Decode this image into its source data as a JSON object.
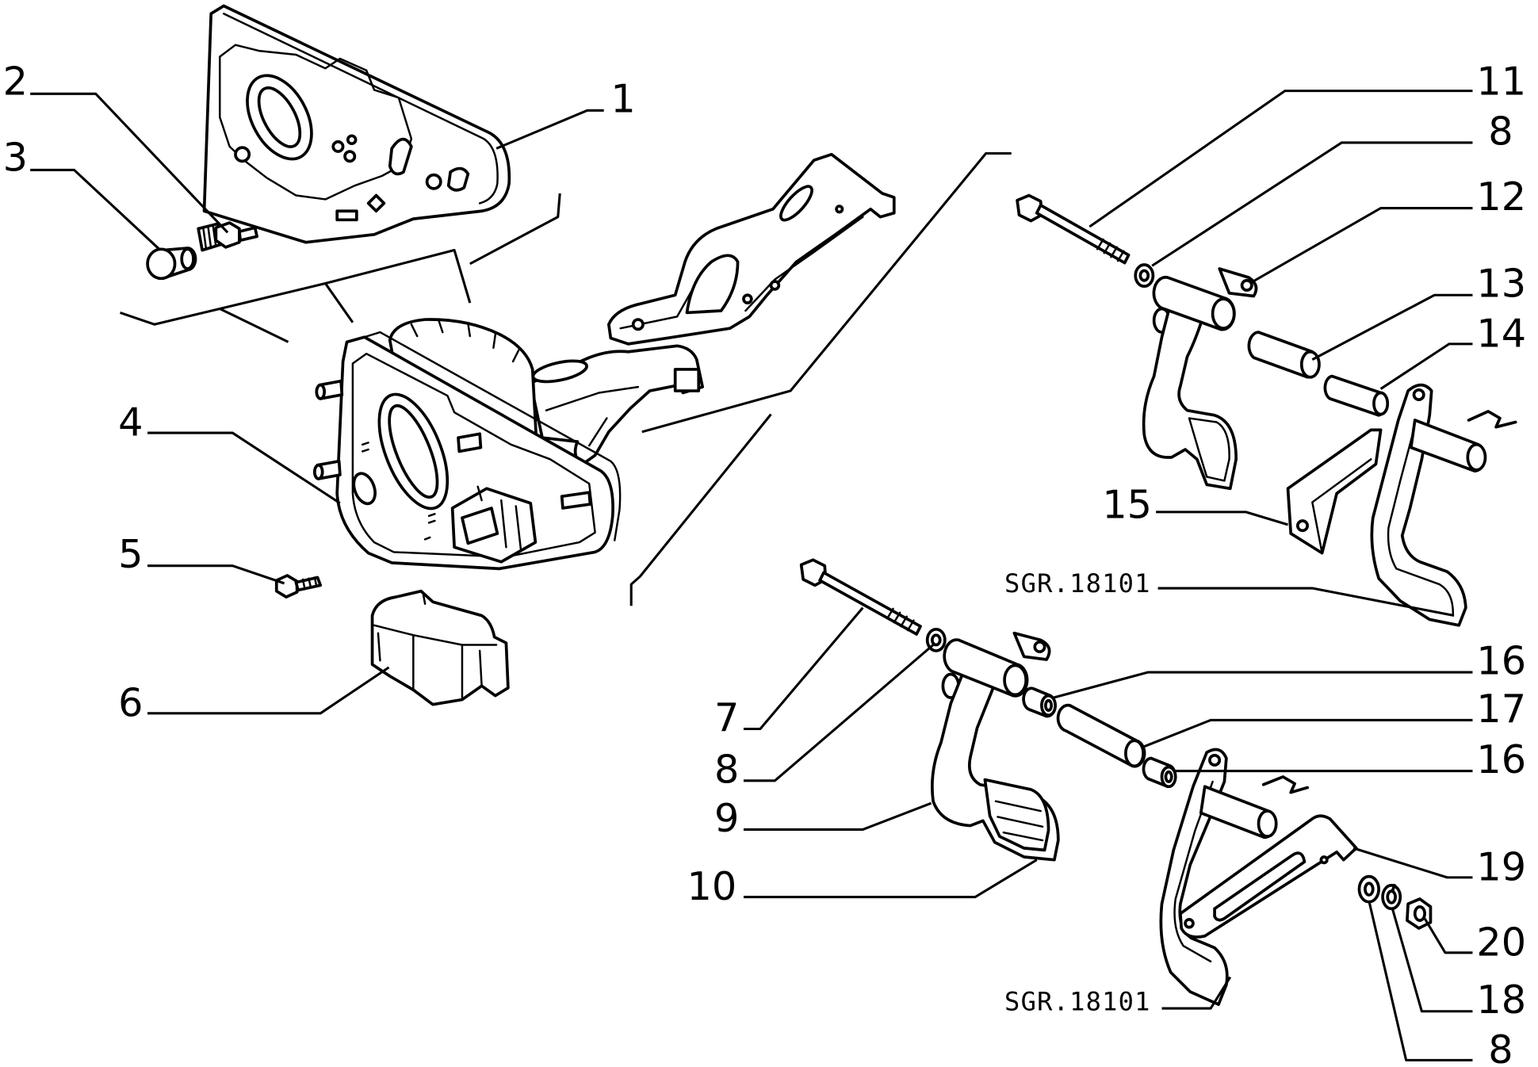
{
  "callouts": [
    "1",
    "2",
    "3",
    "4",
    "5",
    "6",
    "7",
    "8",
    "9",
    "10",
    "11",
    "8",
    "12",
    "13",
    "14",
    "15",
    "SGR.18101",
    "16",
    "17",
    "16",
    "19",
    "20",
    "18",
    "8",
    "SGR.18101"
  ]
}
